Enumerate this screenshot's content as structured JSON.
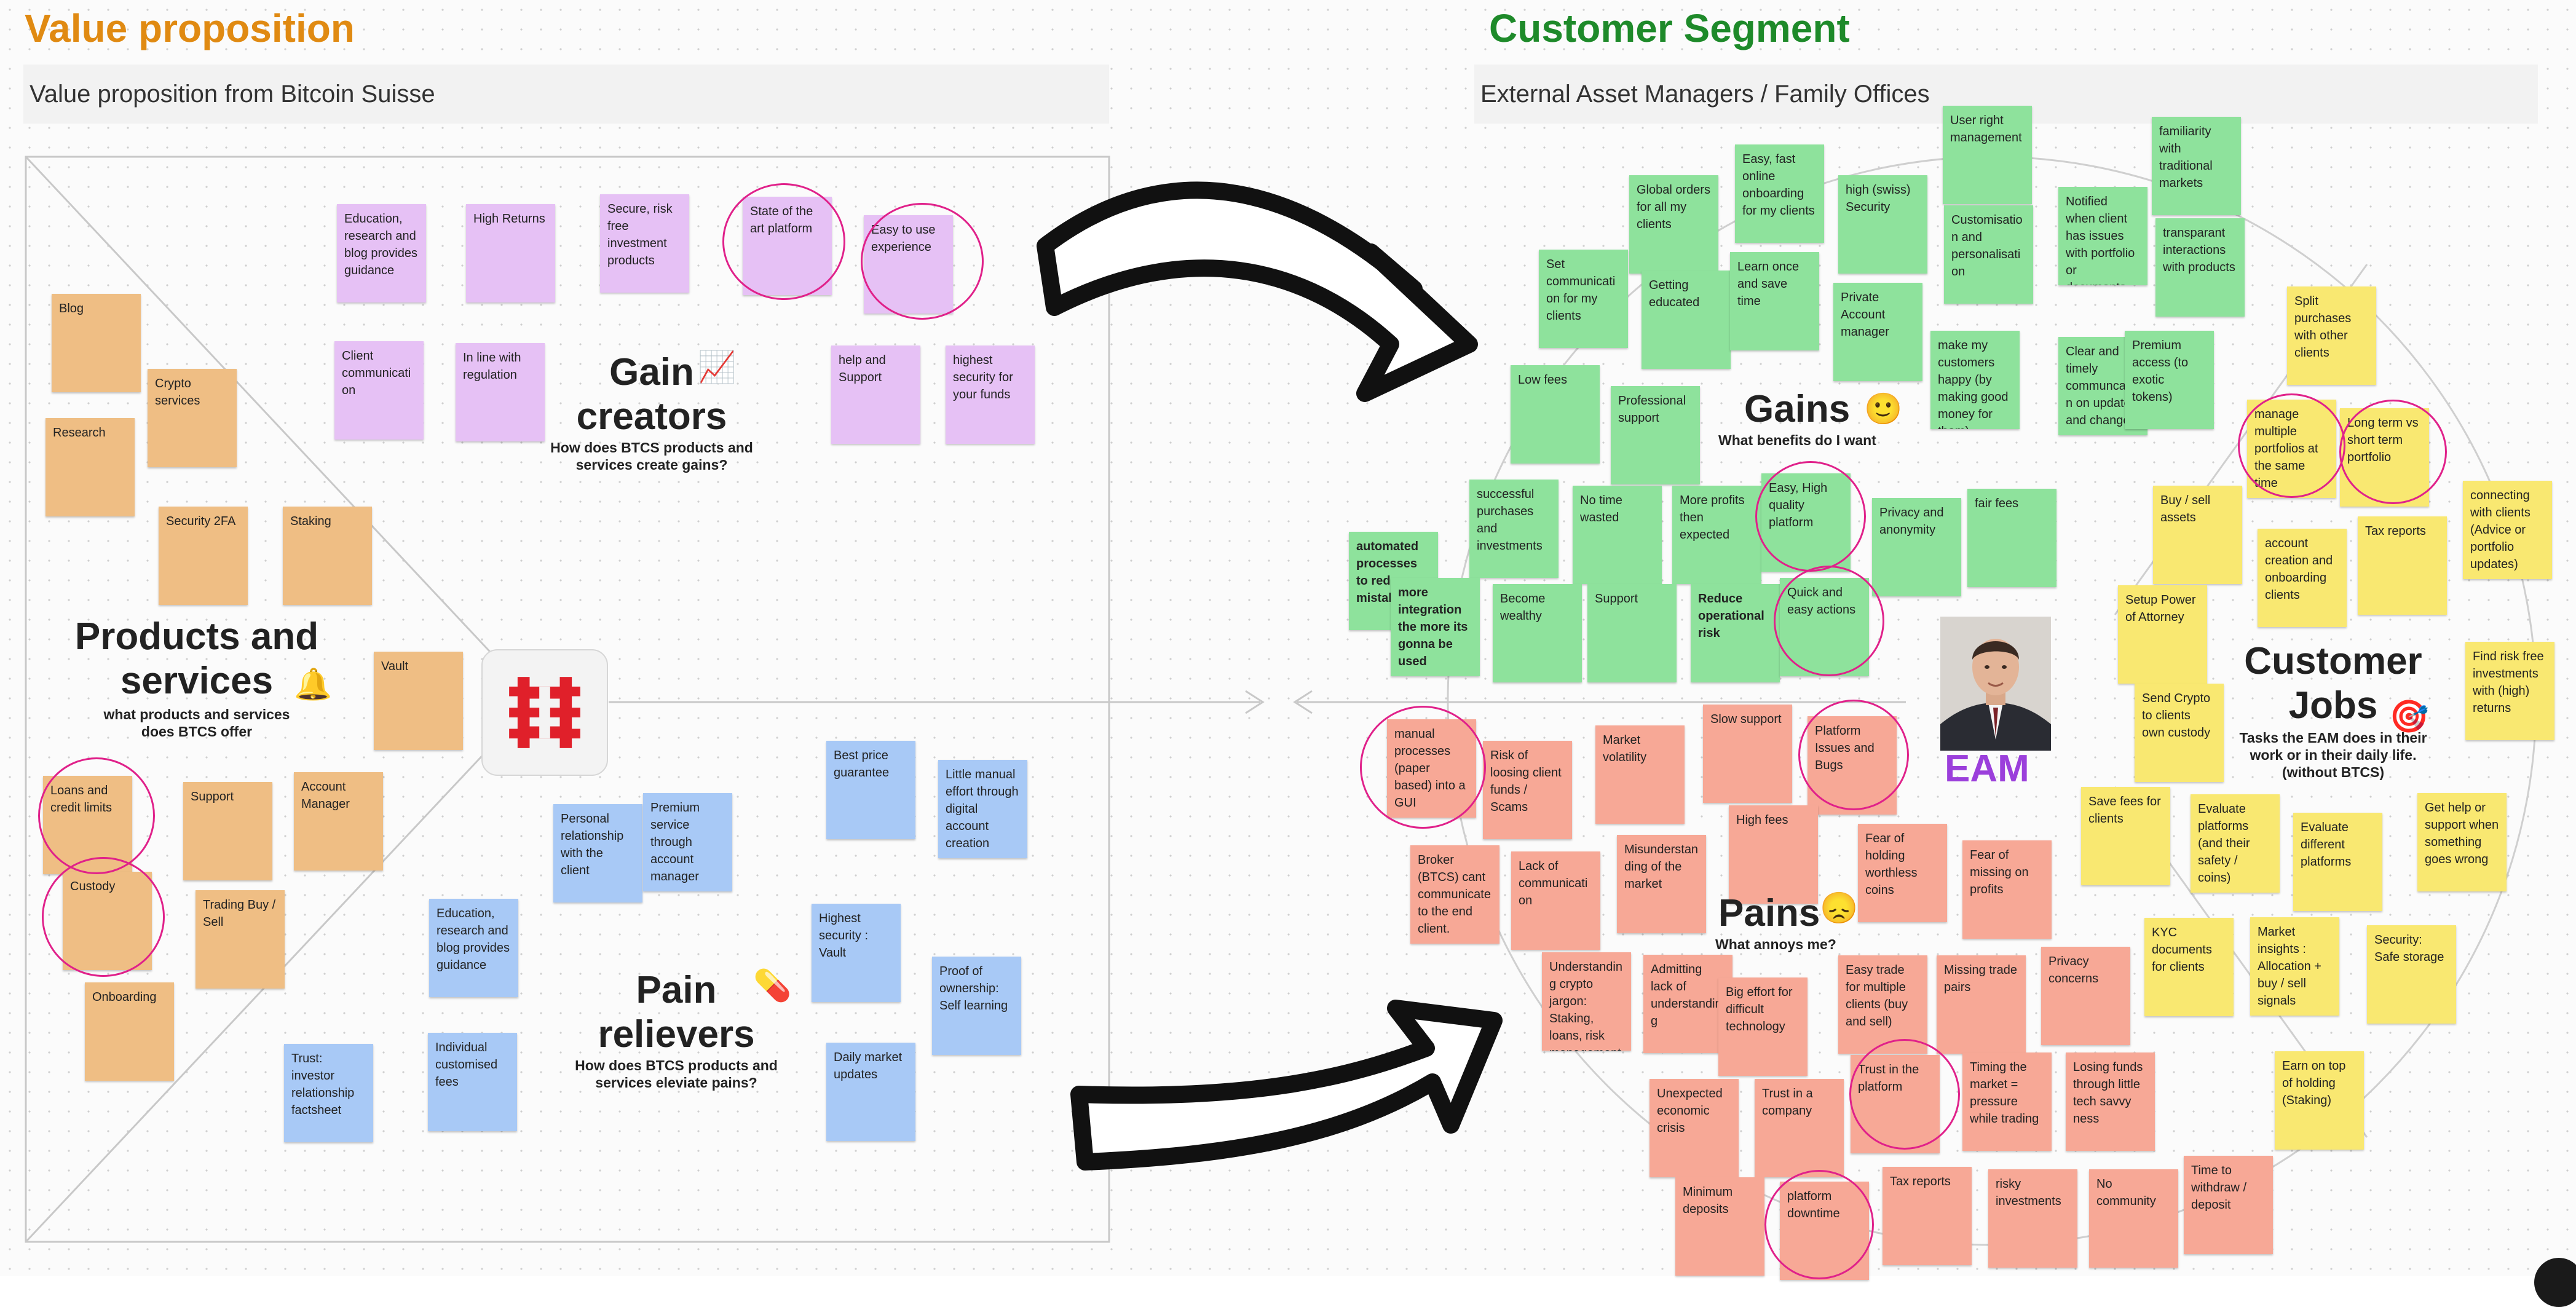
{
  "sections": {
    "value_title": "Value proposition",
    "value_subtitle": "Value proposition from Bitcoin Suisse",
    "customer_title": "Customer Segment",
    "customer_subtitle": "External Asset Managers / Family Offices"
  },
  "colors": {
    "value_title": "#e08a12",
    "customer_title": "#1e8a2a",
    "highlight": "#e0218a",
    "eam": "#9b3fdb"
  },
  "labels": {
    "gain_creators": {
      "title": "Gain creators",
      "question": "How does BTCS products and services create gains?",
      "emoji": "📈"
    },
    "products": {
      "title": "Products and services",
      "question": "what products and services does BTCS offer",
      "emoji": "🔔"
    },
    "pain_relievers": {
      "title": "Pain relievers",
      "question": "How does BTCS products and services eleviate pains?",
      "emoji": "💊"
    },
    "gains": {
      "title": "Gains",
      "question": "What benefits do I want",
      "emoji": "🙂"
    },
    "pains": {
      "title": "Pains",
      "question": "What annoys me?",
      "emoji": "😞"
    },
    "customer_jobs": {
      "title": "Customer Jobs",
      "question": "Tasks the EAM does in their work or in their daily life. (without BTCS)",
      "emoji": "🎯"
    },
    "eam": "EAM"
  },
  "icons": {
    "logo": "bitcoin-suisse-logo",
    "avatar": "person-avatar",
    "arrow_top": "curved-arrow-right",
    "arrow_bottom": "curved-arrow-up-right"
  },
  "notes": {
    "purple": [
      "Education, research and blog provides guidance",
      "High Returns",
      "Secure, risk free investment products",
      "State of the art platform",
      "Easy to use experience",
      "Client communication",
      "In line with regulation",
      "help and Support",
      "highest security for your funds"
    ],
    "orange": [
      "Blog",
      "Crypto services",
      "Research",
      "Security 2FA",
      "Staking",
      "Vault",
      "Loans and credit limits",
      "Support",
      "Account Manager",
      "Custody",
      "Trading Buy / Sell",
      "Onboarding"
    ],
    "blue": [
      "Best price guarantee",
      "Little manual effort through digital account creation",
      "Personal relationship with the client",
      "Premium service through account manager",
      "Education, research and blog provides guidance",
      "Highest security : Vault",
      "Proof of ownership: Self learning",
      "Daily market updates",
      "Trust: investor relationship factsheet",
      "Individual customised fees"
    ],
    "green": [
      "User right management",
      "familiarity with traditional markets",
      "Global orders for all my clients",
      "Easy, fast online onboarding for my clients",
      "high (swiss) Security",
      "Customisation and personalisation",
      "Notified when client has issues with portfolio or documents",
      "transparant interactions with products",
      "Set communication for my clients",
      "Getting educated",
      "Learn once and save time",
      "Private Account manager",
      "make my customers happy (by making good money for them)",
      "Clear and timely communcation on updates and changes",
      "Premium access (to exotic tokens)",
      "Low fees",
      "Professional support",
      "successful purchases and investments",
      "No time wasted",
      "More profits then expected",
      "Easy, High quality platform",
      "Privacy and anonymity",
      "fair fees",
      "automated processes to reduce mistakes",
      "more integration the more its gonna be used",
      "Become wealthy",
      "Support",
      "Reduce operational risk",
      "Quick and easy actions"
    ],
    "yellow": [
      "Split purchases with other clients",
      "manage multiple portfolios at the same time",
      "Long term vs short term portfolio",
      "Buy / sell assets",
      "account creation and onboarding clients",
      "Tax reports",
      "connecting with clients (Advice or portfolio updates)",
      "Setup Power of Attorney",
      "Send Crypto to clients own custody",
      "Find risk free investments with (high) returns",
      "Save fees for clients",
      "Evaluate platforms (and their safety / coins)",
      "Evaluate different platforms",
      "Get help or support when something goes wrong",
      "KYC documents for clients",
      "Market insights : Allocation + buy / sell signals",
      "Security: Safe storage",
      "Earn on top of holding (Staking)"
    ],
    "red": [
      "manual processes (paper based) into a GUI",
      "Risk of loosing client funds / Scams",
      "Market volatility",
      "Slow support",
      "Platform Issues and Bugs",
      "High fees",
      "Broker (BTCS) cant communicate to the end client.",
      "Lack of communication",
      "Misunderstanding of the market",
      "Fear of holding worthless coins",
      "Fear of missing on profits",
      "Understanding crypto jargon: Staking, loans, risk management",
      "Admitting lack of understanding",
      "Big effort for difficult technology",
      "Easy trade for multiple clients (buy and sell)",
      "Missing trade pairs",
      "Privacy concerns",
      "Unexpected economic crisis",
      "Trust in a company",
      "Trust in the platform",
      "Timing the market = pressure while trading",
      "Losing funds through little tech savvy ness",
      "Minimum deposits",
      "platform downtime",
      "Tax reports",
      "risky investments",
      "No community",
      "Time to withdraw / deposit"
    ]
  }
}
